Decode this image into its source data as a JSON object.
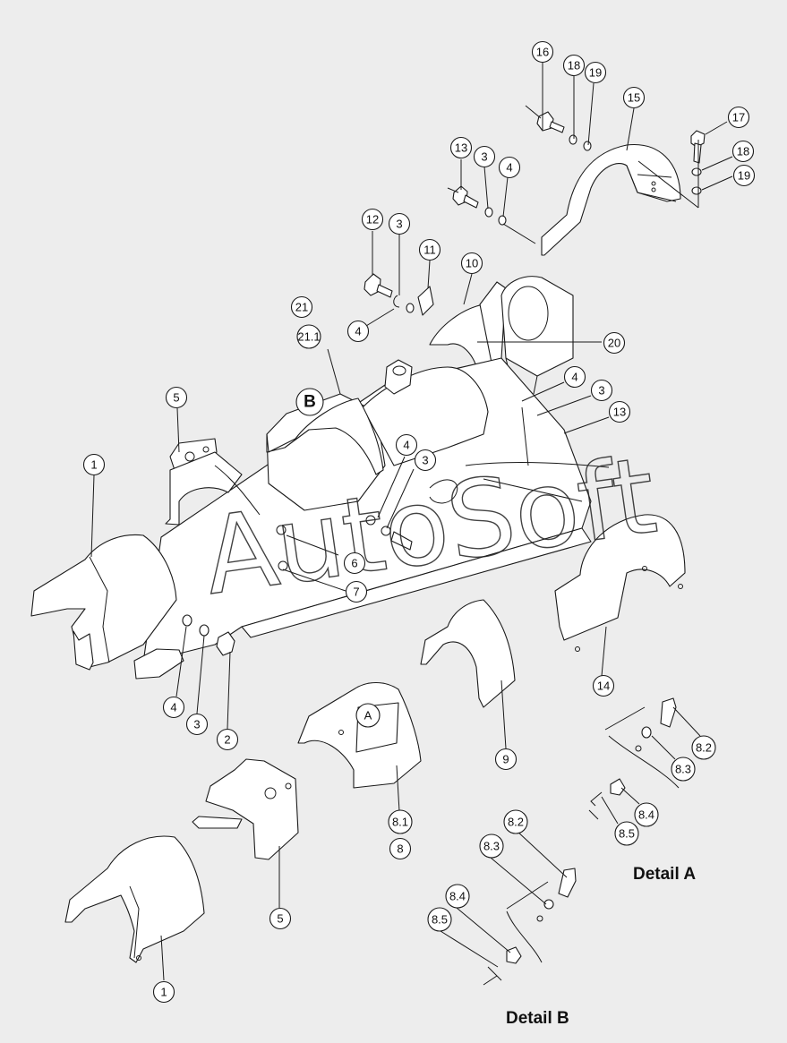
{
  "watermark": "AutoSoft",
  "detail_labels": {
    "a": "Detail A",
    "b": "Detail B"
  },
  "markers": {
    "a": "A",
    "b": "B"
  },
  "callouts": [
    {
      "text": "16"
    },
    {
      "text": "18"
    },
    {
      "text": "19"
    },
    {
      "text": "15"
    },
    {
      "text": "17"
    },
    {
      "text": "18"
    },
    {
      "text": "19"
    },
    {
      "text": "13"
    },
    {
      "text": "3"
    },
    {
      "text": "4"
    },
    {
      "text": "12"
    },
    {
      "text": "3"
    },
    {
      "text": "11"
    },
    {
      "text": "10"
    },
    {
      "text": "4"
    },
    {
      "text": "20"
    },
    {
      "text": "21"
    },
    {
      "text": "21.1"
    },
    {
      "text": "5"
    },
    {
      "text": "4"
    },
    {
      "text": "3"
    },
    {
      "text": "13"
    },
    {
      "text": "1"
    },
    {
      "text": "4"
    },
    {
      "text": "3"
    },
    {
      "text": "6"
    },
    {
      "text": "7"
    },
    {
      "text": "4"
    },
    {
      "text": "3"
    },
    {
      "text": "2"
    },
    {
      "text": "14"
    },
    {
      "text": "9"
    },
    {
      "text": "8.1"
    },
    {
      "text": "8"
    },
    {
      "text": "8.2"
    },
    {
      "text": "8.3"
    },
    {
      "text": "8.4"
    },
    {
      "text": "8.5"
    },
    {
      "text": "5"
    },
    {
      "text": "1"
    },
    {
      "text": "8.2"
    },
    {
      "text": "8.3"
    },
    {
      "text": "8.4"
    },
    {
      "text": "8.5"
    }
  ]
}
